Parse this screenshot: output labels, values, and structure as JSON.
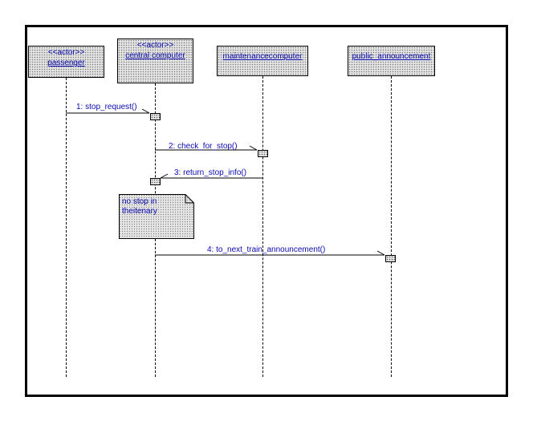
{
  "objects": [
    {
      "stereotype": "<<actor>>",
      "name": "passenger"
    },
    {
      "stereotype": "<<actor>>",
      "name": "central computer"
    },
    {
      "stereotype": "",
      "name": "maintenancecomputer"
    },
    {
      "stereotype": "",
      "name": "public_announcement"
    }
  ],
  "messages": [
    {
      "label": "1: stop_request()"
    },
    {
      "label": "2: check_for_stop()"
    },
    {
      "label": "3: return_stop_info()"
    },
    {
      "label": "4: to_next_train_announcement()"
    }
  ],
  "note": {
    "line1": "no stop in",
    "line2": "theitenary"
  },
  "colors": {
    "text": "#0a0ab0",
    "fill": "#e4e4e4",
    "line": "#000000"
  }
}
